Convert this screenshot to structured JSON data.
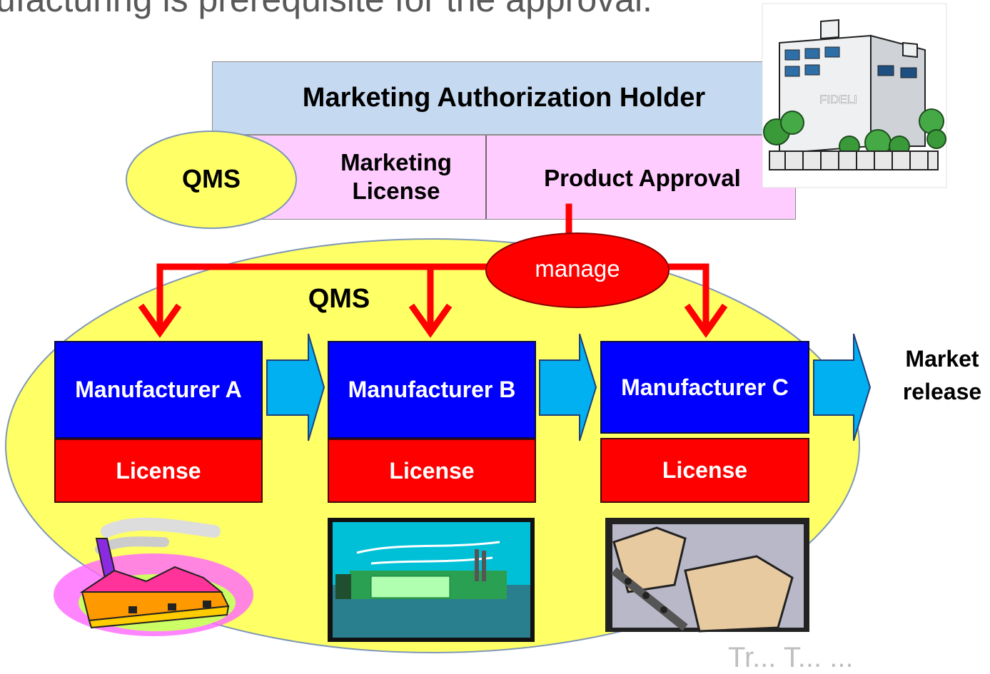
{
  "slide": {
    "title": "ufacturing is prerequisite for the approval."
  },
  "mah": {
    "title": "Marketing Authorization Holder",
    "qms": "QMS",
    "marketing_license": "Marketing License",
    "product_approval": "Product Approval",
    "building_sign": "FIDELI"
  },
  "supply_chain": {
    "qms_label": "QMS",
    "manage_label": "manage",
    "manufacturers": [
      {
        "name": "Manufacturer A",
        "license": "License"
      },
      {
        "name": "Manufacturer B",
        "license": "License"
      },
      {
        "name": "Manufacturer C",
        "license": "License"
      }
    ],
    "market_release": "Market release"
  },
  "footer": {
    "partial_text": "Tr... T... ..."
  },
  "colors": {
    "mah_fill": "#c5d9f0",
    "pink_fill": "#ffccff",
    "qms_ellipse": "#ffff66",
    "manufacturer_fill": "#0000ff",
    "license_fill": "#ff0000",
    "arrow_red": "#ff0000",
    "flow_arrow": "#00b0f0"
  }
}
